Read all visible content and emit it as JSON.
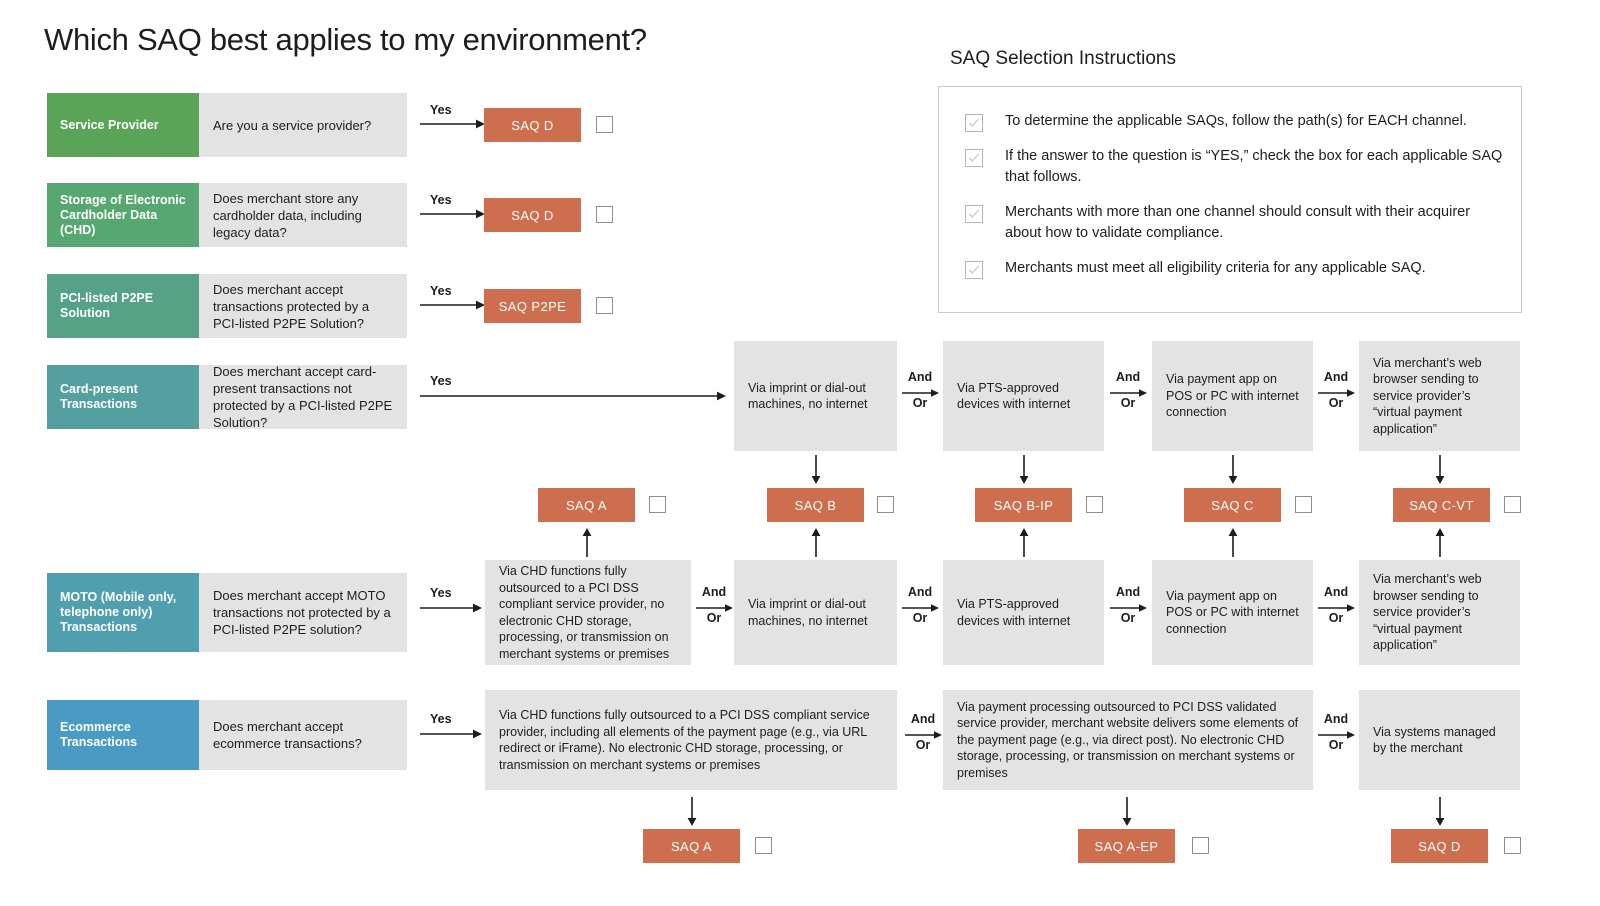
{
  "title": "Which SAQ best applies to my environment?",
  "instructions_panel": {
    "title": "SAQ Selection Instructions",
    "items": [
      "To determine the applicable SAQs, follow the path(s) for EACH channel.",
      "If the answer to the question is “YES,” check the box for each applicable SAQ that follows.",
      "Merchants with more than one channel should consult with their acquirer about how to validate compliance.",
      "Merchants must meet all eligibility criteria for any applicable SAQ."
    ]
  },
  "labels": {
    "yes": "Yes",
    "and": "And",
    "or": "Or"
  },
  "colors": {
    "row_1": "#5aa457",
    "row_2": "#56a770",
    "row_3": "#55a287",
    "row_4": "#549f9f",
    "row_5": "#4f9fae",
    "row_6": "#4a9bc4",
    "gray_box": "#e3e3e3",
    "saq_badge": "#cd6f4f",
    "panel_border": "#c9c9c9"
  },
  "channels": [
    {
      "name": "Service Provider",
      "question": "Are you a service provider?",
      "outcome": "SAQ D"
    },
    {
      "name": "Storage of Electronic Cardholder Data (CHD)",
      "question": "Does merchant store any cardholder data, including legacy data?",
      "outcome": "SAQ D"
    },
    {
      "name": "PCI-listed P2PE Solution",
      "question": "Does merchant accept transactions protected by a PCI-listed P2PE Solution?",
      "outcome": "SAQ P2PE"
    },
    {
      "name": "Card-present Transactions",
      "question": "Does merchant accept card-present transactions not protected by a PCI-listed P2PE Solution?"
    },
    {
      "name": "MOTO (Mobile only, telephone only) Transactions",
      "question": "Does merchant accept MOTO transactions not protected by a PCI-listed P2PE solution?"
    },
    {
      "name": "Ecommerce Transactions",
      "question": "Does merchant accept ecommerce transactions?"
    }
  ],
  "card_present_paths": [
    "Via imprint or dial-out machines, no internet",
    "Via PTS-approved devices with internet",
    "Via payment app on POS or PC with internet connection",
    "Via merchant’s web browser sending to service provider’s “virtual payment application”"
  ],
  "moto_paths": [
    "Via CHD functions fully outsourced to a PCI DSS compliant service provider, no electronic CHD storage, processing, or transmission on merchant systems or premises",
    "Via imprint or dial-out machines, no internet",
    "Via PTS-approved devices with internet",
    "Via payment app on POS or PC with internet connection",
    "Via merchant’s web browser sending to service provider’s “virtual payment application”"
  ],
  "ecommerce_paths": [
    "Via CHD functions fully outsourced to a PCI DSS compliant service provider, including all elements of the payment page (e.g., via URL redirect or iFrame). No electronic CHD storage, processing, or transmission on merchant systems or premises",
    "Via payment processing outsourced to PCI DSS validated service provider, merchant website delivers some elements of the payment page (e.g., via direct post). No electronic CHD storage, processing, or transmission on merchant systems or premises",
    "Via systems managed by the merchant"
  ],
  "middle_saqs": [
    "SAQ A",
    "SAQ B",
    "SAQ B-IP",
    "SAQ C",
    "SAQ C-VT"
  ],
  "bottom_saqs": [
    "SAQ A",
    "SAQ A-EP",
    "SAQ D"
  ]
}
